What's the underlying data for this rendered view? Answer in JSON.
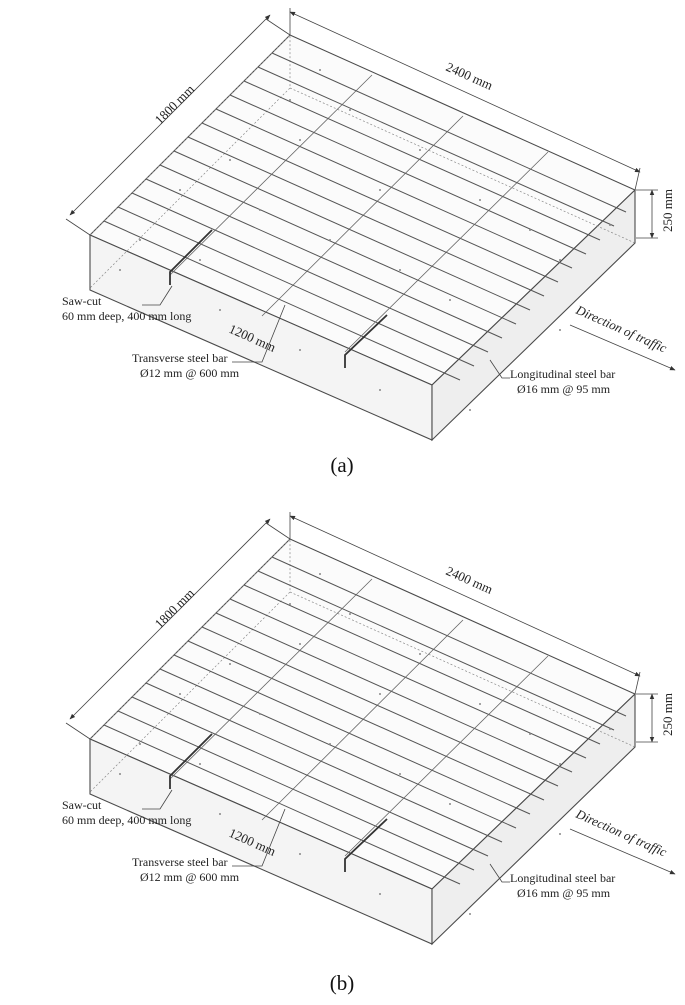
{
  "panels": [
    {
      "caption": "(a)",
      "dim_length": "2400 mm",
      "dim_width": "1800 mm",
      "dim_thickness": "250 mm",
      "dim_cut_spacing": "1200 mm",
      "traffic_label": "Direction of traffic",
      "sawcut_line1": "Saw-cut",
      "sawcut_line2": "60 mm deep, 400 mm long",
      "transverse_line1": "Transverse steel bar",
      "transverse_line2": "Ø12 mm @ 600 mm",
      "longitudinal_line1": "Longitudinal steel bar",
      "longitudinal_line2": "Ø16 mm @ 95 mm"
    },
    {
      "caption": "(b)",
      "dim_length": "2400 mm",
      "dim_width": "1800 mm",
      "dim_thickness": "250 mm",
      "dim_cut_spacing": "1200 mm",
      "traffic_label": "Direction of traffic",
      "sawcut_line1": "Saw-cut",
      "sawcut_line2": "60 mm deep, 400 mm long",
      "transverse_line1": "Transverse steel bar",
      "transverse_line2": "Ø12 mm @ 600 mm",
      "longitudinal_line1": "Longitudinal steel bar",
      "longitudinal_line2": "Ø16 mm @ 95 mm"
    }
  ]
}
